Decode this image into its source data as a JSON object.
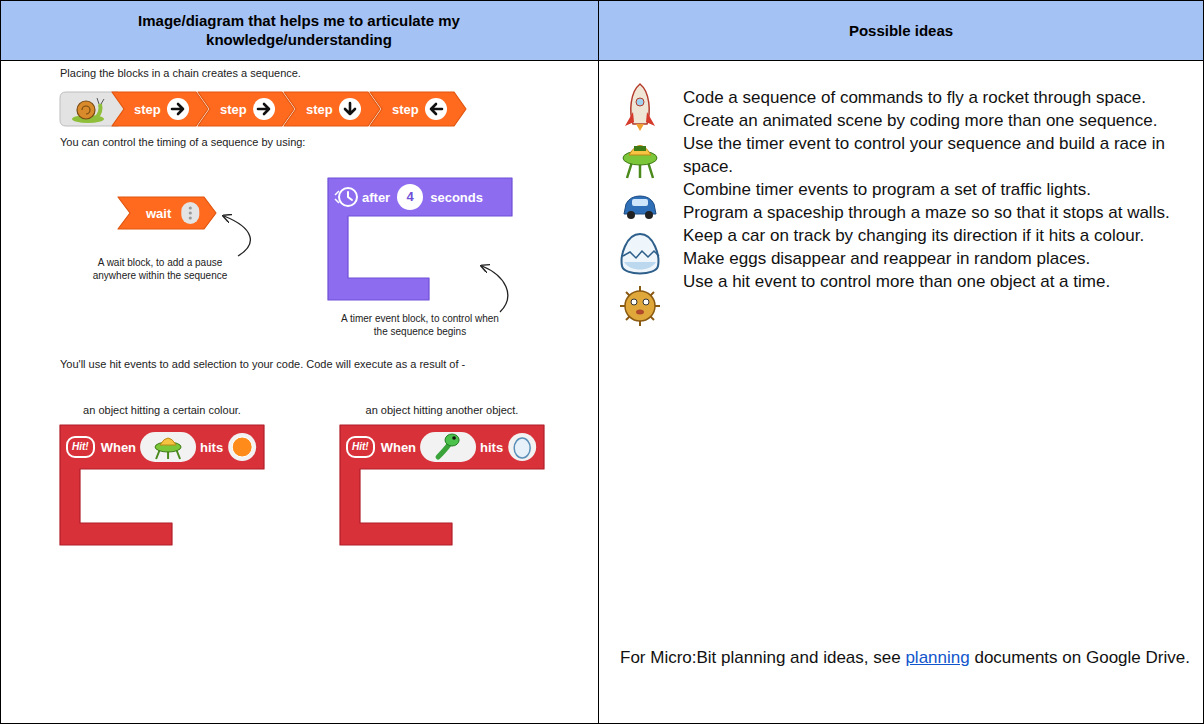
{
  "diagram": {
    "nodes": [
      {
        "text": [
          "Image/diagram that helps me to articulate my knowledge/understanding"
        ]
      },
      {
        "text": [
          "Possible ideas"
        ]
      },
      {
        "text": [
          "step"
        ]
      },
      {
        "text": [
          "step"
        ]
      },
      {
        "text": [
          "step"
        ]
      },
      {
        "text": [
          "step"
        ]
      },
      {
        "text": [
          "wait"
        ]
      },
      {
        "text": [
          "after",
          "4",
          "seconds"
        ]
      },
      {
        "text": [
          "Hit!",
          "When",
          "hits"
        ]
      },
      {
        "text": [
          "Hit!",
          "When",
          "hits"
        ]
      }
    ],
    "labels": [
      "Placing the blocks in a chain creates a sequence.",
      "You can control the timing of a sequence by using:",
      "A wait block, to add a pause anywhere within the sequence",
      "A timer event block, to control when the sequence begins",
      "You'll use hit events to add selection to your code. Code will execute as a result of -",
      "an object hitting a certain colour.",
      "an object hitting another object.",
      "Code a sequence of commands to fly a rocket through space.",
      "Create an animated scene by coding more than one sequence.",
      "Use the timer event to control your sequence and build a race in space.",
      "Combine timer events to program a set of traffic lights.",
      "Program a spaceship through a maze so so that it stops at walls.",
      "Keep a car on track by changing its direction if it hits a colour.",
      "Make eggs disappear and reappear in random places.",
      "Use a hit event to control more than one object at a time.",
      "For Micro:Bit planning and ideas, see",
      "planning",
      "documents on Google Drive."
    ]
  }
}
